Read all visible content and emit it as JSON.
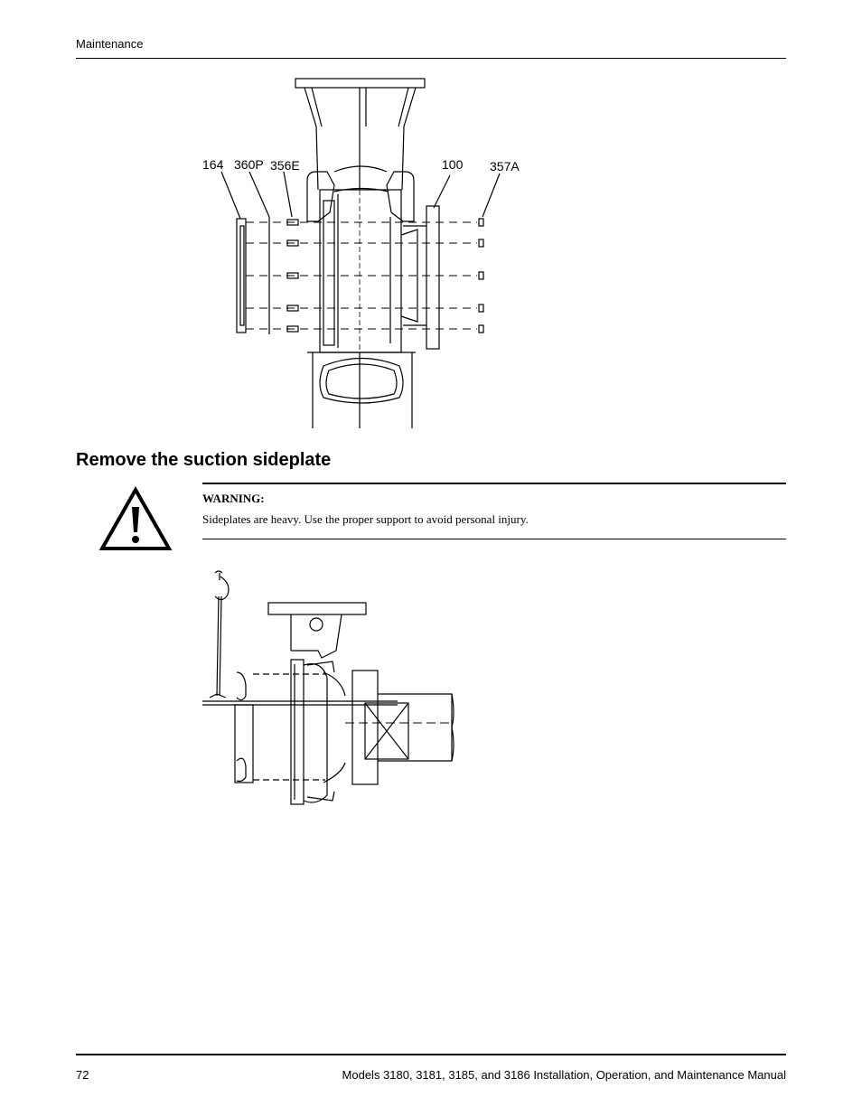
{
  "header": {
    "section": "Maintenance"
  },
  "figure1": {
    "callouts": [
      {
        "id": "c164",
        "text": "164"
      },
      {
        "id": "c360p",
        "text": "360P"
      },
      {
        "id": "c356e",
        "text": "356E"
      },
      {
        "id": "c100",
        "text": "100"
      },
      {
        "id": "c357a",
        "text": "357A"
      }
    ]
  },
  "section": {
    "title": "Remove the suction sideplate"
  },
  "warning": {
    "label": "WARNING:",
    "text": "Sideplates are heavy. Use the proper support to avoid personal injury."
  },
  "footer": {
    "page_number": "72",
    "manual_title": "Models 3180, 3181, 3185, and 3186 Installation, Operation, and Maintenance Manual"
  }
}
